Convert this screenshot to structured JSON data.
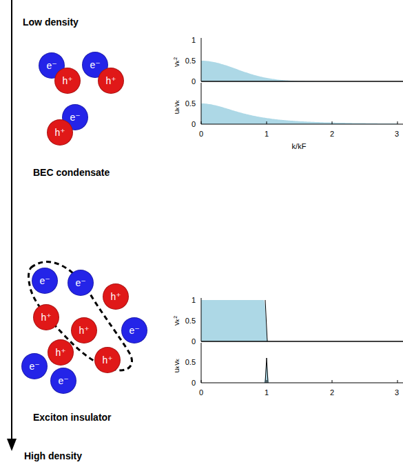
{
  "diagram": {
    "nodes": [
      {
        "text": [
          "e⁻"
        ]
      },
      {
        "text": [
          "h⁺"
        ]
      },
      {
        "text": [
          "e⁻"
        ]
      },
      {
        "text": [
          "h⁺"
        ]
      },
      {
        "text": [
          "e⁻"
        ]
      },
      {
        "text": [
          "h⁺"
        ]
      },
      {
        "text": [
          "e⁻"
        ]
      },
      {
        "text": [
          "e⁻"
        ]
      },
      {
        "text": [
          "h⁺"
        ]
      },
      {
        "text": [
          "h⁺"
        ]
      },
      {
        "text": [
          "h⁺"
        ]
      },
      {
        "text": [
          "e⁻"
        ]
      },
      {
        "text": [
          "h⁺"
        ]
      },
      {
        "text": [
          "h⁺"
        ]
      },
      {
        "text": [
          "e⁻"
        ]
      },
      {
        "text": [
          "e⁻"
        ]
      }
    ],
    "labels": [
      "Low density",
      "BEC condensate",
      "1",
      "0.5",
      "0",
      "0.5",
      "0",
      "vₖ²",
      "uₖvₖ",
      "0",
      "1",
      "2",
      "3",
      "k/kF",
      "Exciton insulator",
      "1",
      "0.5",
      "0",
      "0.5",
      "0",
      "vₖ²",
      "uₖvₖ",
      "0",
      "1",
      "2",
      "3",
      "High density"
    ]
  }
}
